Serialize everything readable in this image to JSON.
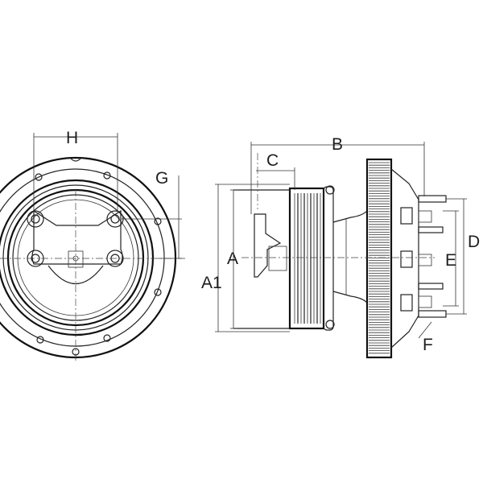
{
  "diagram": {
    "labels": {
      "H": "H",
      "G": "G",
      "B": "B",
      "C": "C",
      "A": "A",
      "A1": "A1",
      "D": "D",
      "E": "E",
      "F": "F"
    },
    "line_color": "#222222",
    "background": "#ffffff"
  }
}
